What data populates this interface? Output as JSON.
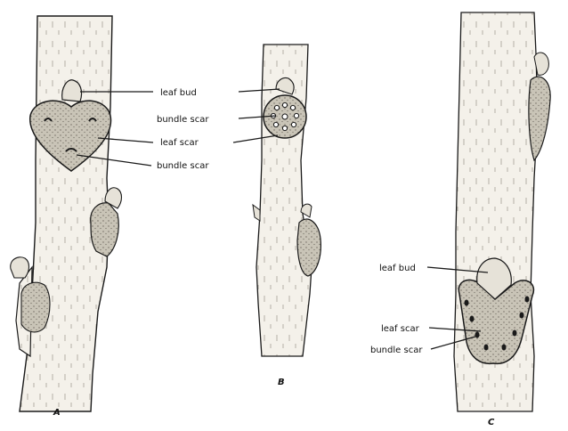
{
  "figures": {
    "A": {
      "letter": "A",
      "labels": [
        "leaf bud",
        "bundle scar",
        "leaf scar",
        "bundle scar"
      ]
    },
    "B": {
      "letter": "B"
    },
    "C": {
      "letter": "C",
      "labels": [
        "leaf bud",
        "leaf scar",
        "bundle scar"
      ]
    }
  },
  "colors": {
    "ink": "#1a1a1a",
    "bark": "#f4f1ea",
    "scar_fill": "#c9c4b7",
    "bud_fill": "#e6e2d8"
  }
}
